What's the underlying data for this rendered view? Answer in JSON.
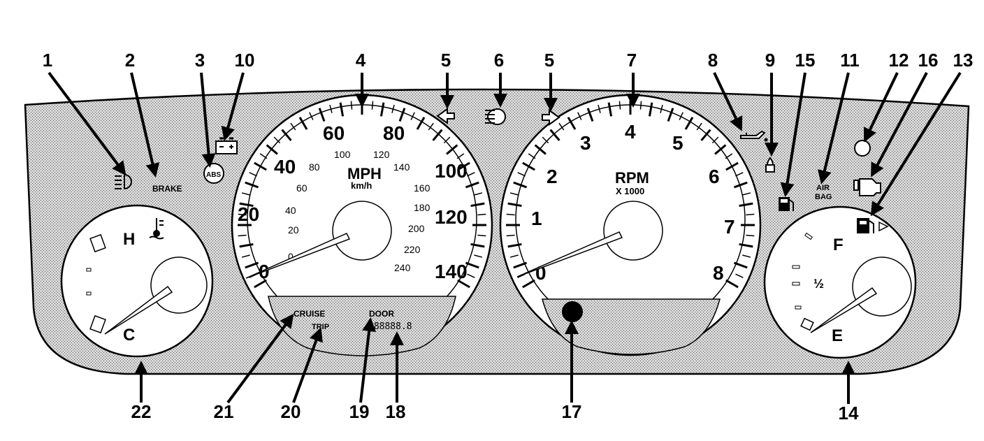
{
  "callouts": [
    "1",
    "2",
    "3",
    "10",
    "4",
    "5",
    "6",
    "5",
    "7",
    "8",
    "9",
    "15",
    "11",
    "12",
    "16",
    "13",
    "22",
    "21",
    "20",
    "19",
    "18",
    "17",
    "14"
  ],
  "temp_gauge": {
    "hot_label": "H",
    "cold_label": "C"
  },
  "fuel_gauge": {
    "full_label": "F",
    "half_label": "½",
    "empty_label": "E"
  },
  "speedometer": {
    "title": "MPH",
    "subtitle": "km/h",
    "mph_ticks": [
      "0",
      "20",
      "40",
      "60",
      "80",
      "100",
      "120",
      "140"
    ],
    "kmh_ticks": [
      "0",
      "20",
      "40",
      "60",
      "80",
      "100",
      "120",
      "140",
      "160",
      "180",
      "200",
      "220",
      "240"
    ],
    "lcd": {
      "cruise": "CRUISE",
      "trip": "TRIP",
      "door": "DOOR",
      "odometer": "888888.8"
    }
  },
  "tachometer": {
    "title": "RPM",
    "subtitle": "X 1000",
    "ticks": [
      "0",
      "1",
      "2",
      "3",
      "4",
      "5",
      "6",
      "7",
      "8"
    ]
  },
  "indicators": {
    "brake": "BRAKE",
    "abs": "ABS",
    "airbag_line1": "AIR",
    "airbag_line2": "BAG"
  }
}
